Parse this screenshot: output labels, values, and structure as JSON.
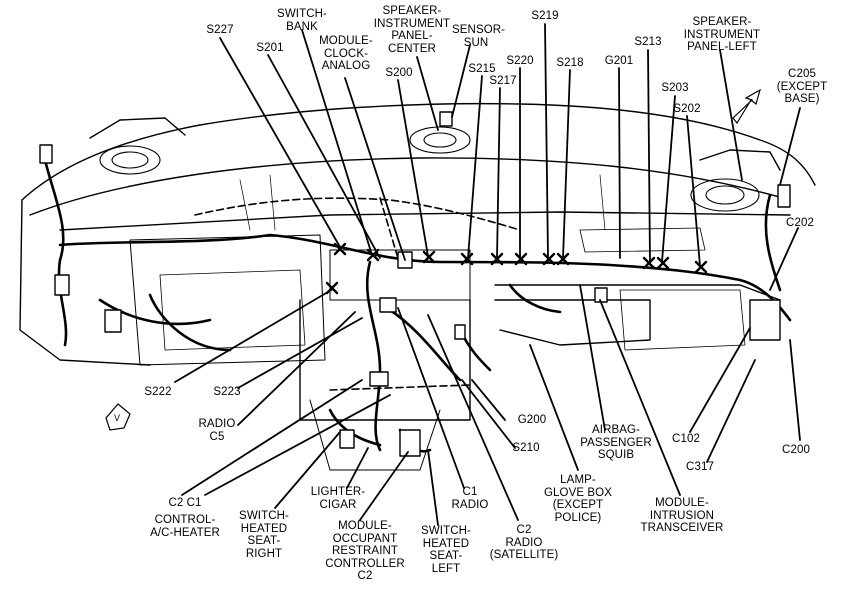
{
  "labels": {
    "s227": "S227",
    "switch_bank": "SWITCH-\nBANK",
    "s201": "S201",
    "module_clock": "MODULE-\nCLOCK-\nANALOG",
    "speaker_center": "SPEAKER-\nINSTRUMENT\nPANEL-\nCENTER",
    "sensor_sun": "SENSOR-\nSUN",
    "s200": "S200",
    "s215": "S215",
    "s217": "S217",
    "s219": "S219",
    "s220": "S220",
    "s218": "S218",
    "g201": "G201",
    "s213": "S213",
    "s203": "S203",
    "s202": "S202",
    "speaker_left": "SPEAKER-\nINSTRUMENT\nPANEL-LEFT",
    "c205": "C205\n(EXCEPT\nBASE)",
    "c202": "C202",
    "s222": "S222",
    "s223": "S223",
    "radio_c5": "RADIO\nC5",
    "g200": "G200",
    "s210": "S210",
    "airbag": "AIRBAG-\nPASSENGER\nSQUIB",
    "c102": "C102",
    "c317": "C317",
    "c200": "C200",
    "c2_c1": "C2    C1",
    "control_ac": "CONTROL-\nA/C-HEATER",
    "switch_seat_right": "SWITCH-\nHEATED\nSEAT-\nRIGHT",
    "lighter": "LIGHTER-\nCIGAR",
    "occupant": "MODULE-\nOCCUPANT\nRESTRAINT\nCONTROLLER\nC2",
    "switch_seat_left": "SWITCH-\nHEATED\nSEAT-\nLEFT",
    "c1_radio": "C1\nRADIO",
    "c2_radio": "C2\nRADIO\n(SATELLITE)",
    "lamp_glove": "LAMP-\nGLOVE BOX\n(EXCEPT\nPOLICE)",
    "intrusion": "MODULE-\nINTRUSION\nTRANSCEIVER"
  },
  "icons": {
    "forward_arrow": "direction-arrow",
    "view_arrow": "view-arrow"
  },
  "colors": {
    "ink": "#000000",
    "paper": "#ffffff"
  }
}
